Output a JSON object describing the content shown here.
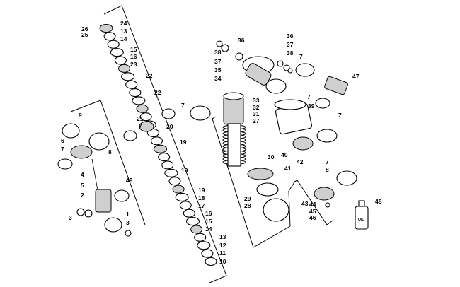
{
  "callouts": [
    {
      "text": "26"
    },
    {
      "text": "25"
    },
    {
      "text": "24"
    },
    {
      "text": "13"
    },
    {
      "text": "14"
    },
    {
      "text": "15"
    },
    {
      "text": "16"
    },
    {
      "text": "23"
    },
    {
      "text": "22"
    },
    {
      "text": "22"
    },
    {
      "text": "36"
    },
    {
      "text": "38"
    },
    {
      "text": "37"
    },
    {
      "text": "35"
    },
    {
      "text": "34"
    },
    {
      "text": "36"
    },
    {
      "text": "37"
    },
    {
      "text": "38"
    },
    {
      "text": "7"
    },
    {
      "text": "47"
    },
    {
      "text": "7"
    },
    {
      "text": "33"
    },
    {
      "text": "32"
    },
    {
      "text": "31"
    },
    {
      "text": "27"
    },
    {
      "text": "39"
    },
    {
      "text": "7"
    },
    {
      "text": "7"
    },
    {
      "text": "9"
    },
    {
      "text": "21"
    },
    {
      "text": "7"
    },
    {
      "text": "20"
    },
    {
      "text": "19"
    },
    {
      "text": "6"
    },
    {
      "text": "7"
    },
    {
      "text": "8"
    },
    {
      "text": "19"
    },
    {
      "text": "40"
    },
    {
      "text": "30"
    },
    {
      "text": "42"
    },
    {
      "text": "41"
    },
    {
      "text": "7"
    },
    {
      "text": "8"
    },
    {
      "text": "4"
    },
    {
      "text": "5"
    },
    {
      "text": "49"
    },
    {
      "text": "2"
    },
    {
      "text": "19"
    },
    {
      "text": "18"
    },
    {
      "text": "17"
    },
    {
      "text": "29"
    },
    {
      "text": "28"
    },
    {
      "text": "43"
    },
    {
      "text": "44"
    },
    {
      "text": "45"
    },
    {
      "text": "46"
    },
    {
      "text": "48"
    },
    {
      "text": "3"
    },
    {
      "text": "1"
    },
    {
      "text": "3"
    },
    {
      "text": "16"
    },
    {
      "text": "15"
    },
    {
      "text": "14"
    },
    {
      "text": "13"
    },
    {
      "text": "12"
    },
    {
      "text": "11"
    },
    {
      "text": "10"
    }
  ]
}
